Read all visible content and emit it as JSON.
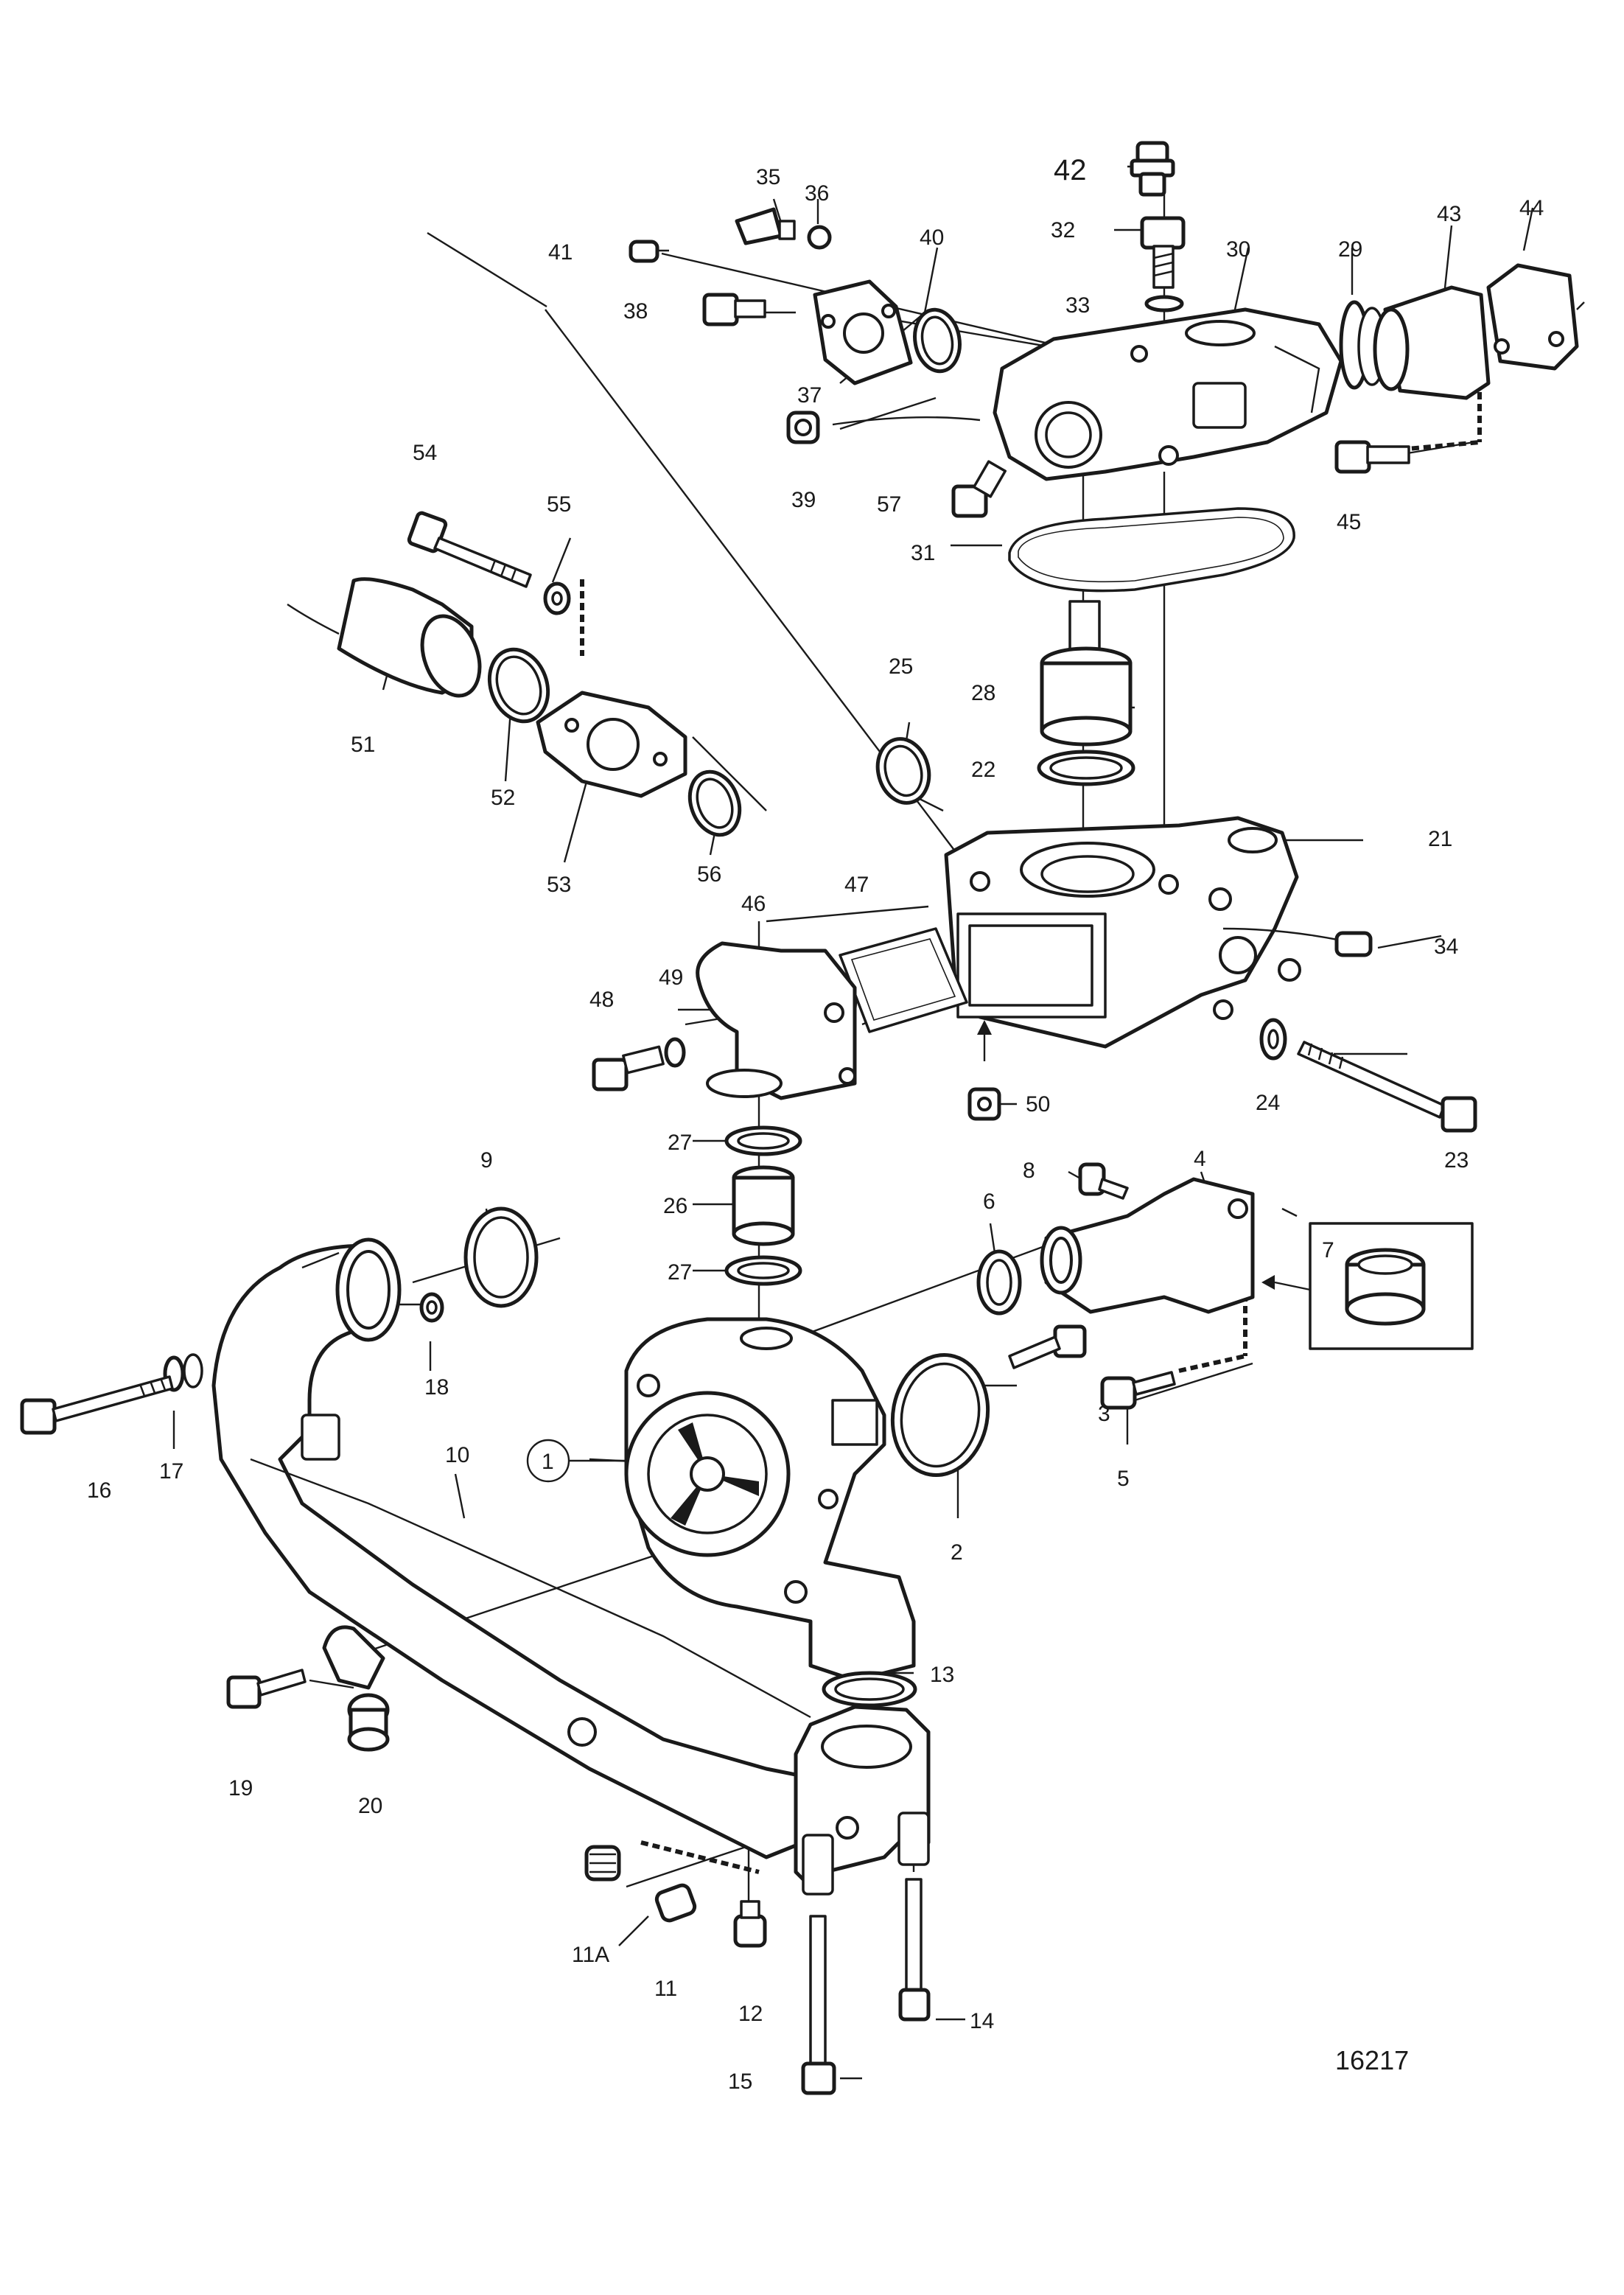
{
  "drawing_number": "16217",
  "callouts": {
    "c1": "1",
    "c2": "2",
    "c3": "3",
    "c4": "4",
    "c5": "5",
    "c6": "6",
    "c7": "7",
    "c8": "8",
    "c9": "9",
    "c10": "10",
    "c11": "11",
    "c11a": "11A",
    "c12": "12",
    "c13": "13",
    "c14": "14",
    "c15": "15",
    "c16": "16",
    "c17": "17",
    "c18": "18",
    "c19": "19",
    "c20": "20",
    "c21": "21",
    "c22": "22",
    "c23": "23",
    "c24": "24",
    "c25": "25",
    "c26": "26",
    "c27a": "27",
    "c27b": "27",
    "c28": "28",
    "c29": "29",
    "c30": "30",
    "c31": "31",
    "c32": "32",
    "c33": "33",
    "c34": "34",
    "c35": "35",
    "c36": "36",
    "c37": "37",
    "c38": "38",
    "c39": "39",
    "c40": "40",
    "c41": "41",
    "c42": "42",
    "c43": "43",
    "c44": "44",
    "c45": "45",
    "c46": "46",
    "c47": "47",
    "c48": "48",
    "c49": "49",
    "c50": "50",
    "c51": "51",
    "c52": "52",
    "c53": "53",
    "c54": "54",
    "c55": "55",
    "c56": "56",
    "c57": "57"
  }
}
